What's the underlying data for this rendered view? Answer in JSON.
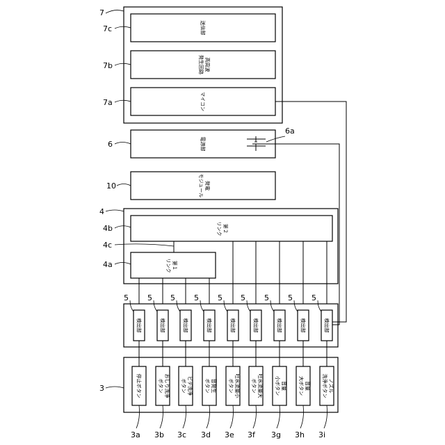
{
  "refs": {
    "r7": "7",
    "r7c": "7c",
    "r7b": "7b",
    "r7a": "7a",
    "r6": "6",
    "r6a": "6a",
    "r10": "10",
    "r4": "4",
    "r4b": "4b",
    "r4c": "4c",
    "r4a": "4a",
    "r5": "5",
    "r3": "3",
    "r3a": "3a",
    "r3b": "3b",
    "r3c": "3c",
    "r3d": "3d",
    "r3e": "3e",
    "r3f": "3f",
    "r3g": "3g",
    "r3h": "3h",
    "r3i": "3i"
  },
  "labels": {
    "transmitter": "送信部",
    "hf_line1": "高周波",
    "hf_line2": "発生回路",
    "microcomputer": "マイコン",
    "power": "電源部",
    "gen_line1": "発電",
    "gen_line2": "モジュール",
    "link2_line1": "第２",
    "link2_line2": "リンク",
    "link1_line1": "第１",
    "link1_line2": "リンク",
    "detector": "検出部"
  },
  "buttons": [
    {
      "line1": "停止ボタン",
      "line2": ""
    },
    {
      "line1": "おしり洗浄",
      "line2": "ボタン"
    },
    {
      "line1": "ビデ洗浄",
      "line2": "ボタン"
    },
    {
      "line1": "音発生",
      "line2": "ボタン"
    },
    {
      "line1": "吐水流量小",
      "line2": "ボタン"
    },
    {
      "line1": "吐水流量大",
      "line2": "ボタン"
    },
    {
      "line1": "音量",
      "line2": "小ボタン"
    },
    {
      "line1": "音量",
      "line2": "大ボタン"
    },
    {
      "line1": "ノズル",
      "line2": "洗浄ボタン"
    }
  ]
}
